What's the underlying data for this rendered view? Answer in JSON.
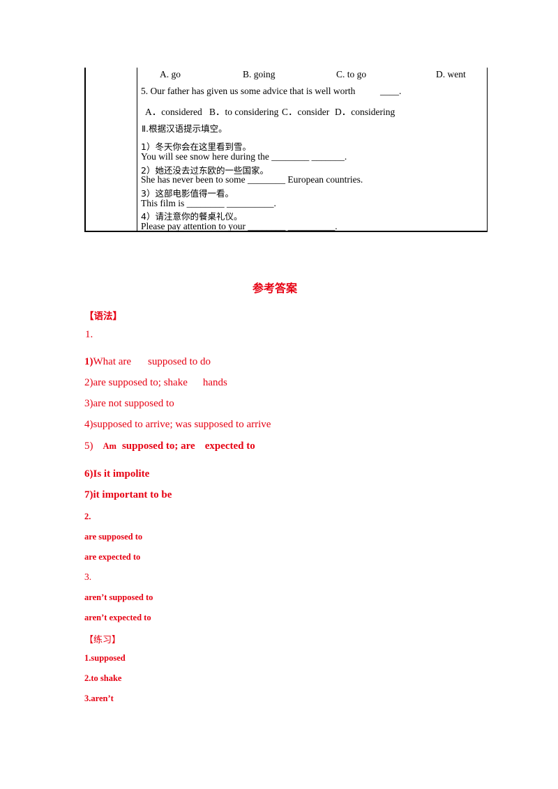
{
  "q4_options": [
    "A.  go",
    "B. going",
    "C. to go",
    "D. went"
  ],
  "q5": {
    "stem": "5. Our father has given us some advice that is well worth",
    "blank": "____.",
    "options": [
      "A．considered",
      "B．to considering",
      "C．consider",
      "D．considering"
    ]
  },
  "part2": {
    "heading": "Ⅱ.根据汉语提示填空。",
    "items": [
      {
        "cn": "1）冬天你会在这里看到雪。",
        "en": "You will see snow here during the ________ _______."
      },
      {
        "cn": "2）她还没去过东欧的一些国家。",
        "en": "She has never been to some ________ European countries."
      },
      {
        "cn": "3）这部电影值得一看。",
        "en": "This film is ________ __________."
      },
      {
        "cn": "4）请注意你的餐桌礼仪。",
        "en": " Please pay attention to your ________ __________."
      }
    ]
  },
  "answers": {
    "title": "参考答案",
    "grammar_heading": "【语法】",
    "q1_label": "1.",
    "q1": [
      {
        "num": "1)",
        "text": "What are",
        "text2": "supposed to do"
      },
      {
        "text": "2)are supposed to; shake",
        "text2": "hands"
      },
      {
        "text": "3)are not supposed to"
      },
      {
        "text": "4)supposed to arrive; was supposed to arrive"
      },
      {
        "num": "5)",
        "text": "Am",
        "text2": "supposed to; are",
        "text3": "expected to"
      },
      {
        "text": "6)Is it impolite"
      },
      {
        "text": "7)it important to be"
      }
    ],
    "q2_label": "2.",
    "q2": [
      "are supposed to",
      "are expected to"
    ],
    "q3_label": "3.",
    "q3": [
      "aren’t supposed to",
      "aren’t expected to"
    ],
    "practice_heading": "【练习】",
    "practice": [
      "1.supposed",
      "2.to shake",
      "3.aren’t"
    ]
  }
}
